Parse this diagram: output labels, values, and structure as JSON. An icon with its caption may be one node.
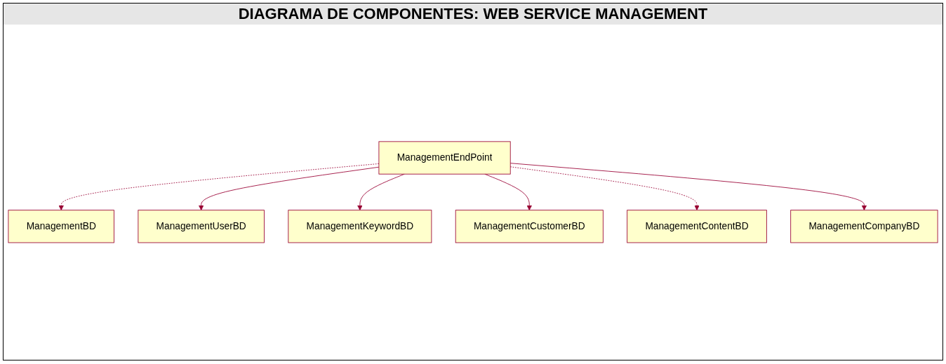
{
  "diagram": {
    "title": "DIAGRAMA DE COMPONENTES: WEB SERVICE MANAGEMENT",
    "nodes": [
      {
        "text": [
          "ManagementBD"
        ]
      },
      {
        "text": [
          "ManagementUserBD"
        ]
      },
      {
        "text": [
          "ManagementEndPoint"
        ]
      },
      {
        "text": [
          "ManagementKeywordBD"
        ]
      },
      {
        "text": [
          "ManagementCustomerBD"
        ]
      },
      {
        "text": [
          "ManagementContentBD"
        ]
      },
      {
        "text": [
          "ManagementCompanyBD"
        ]
      }
    ],
    "edges": [
      {
        "from": 2,
        "to": 0,
        "arrow": "to",
        "style": "dashed"
      },
      {
        "from": 2,
        "to": 1,
        "arrow": "to"
      },
      {
        "from": 2,
        "to": 3,
        "arrow": "to"
      },
      {
        "from": 2,
        "to": 4,
        "arrow": "to"
      },
      {
        "from": 2,
        "to": 5,
        "arrow": "to",
        "style": "dashed"
      },
      {
        "from": 2,
        "to": 6,
        "arrow": "to"
      }
    ]
  }
}
